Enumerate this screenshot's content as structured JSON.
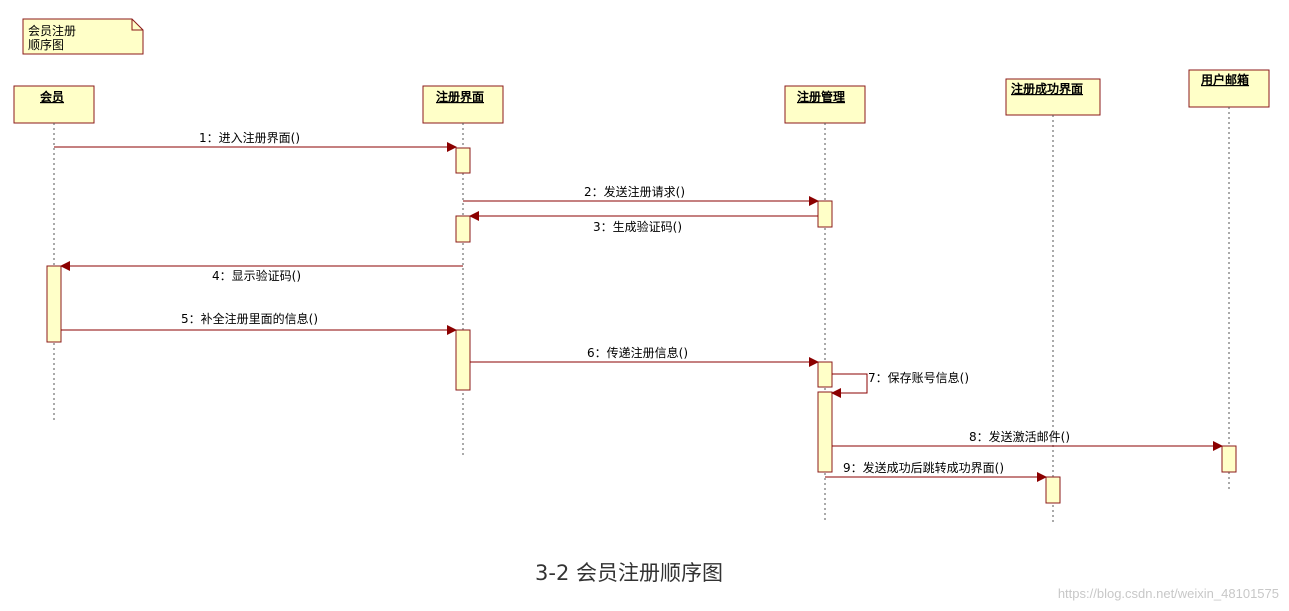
{
  "note": {
    "lines": [
      "会员注册",
      "顺序图"
    ]
  },
  "lifelines": [
    {
      "id": "member",
      "label": "会员"
    },
    {
      "id": "reg_ui",
      "label": "注册界面"
    },
    {
      "id": "reg_mgr",
      "label": "注册管理"
    },
    {
      "id": "success_ui",
      "label": "注册成功界面"
    },
    {
      "id": "mailbox",
      "label": "用户邮箱"
    }
  ],
  "messages": [
    {
      "label": "1：进入注册界面()"
    },
    {
      "label": "2：发送注册请求()"
    },
    {
      "label": "3：生成验证码()"
    },
    {
      "label": "4：显示验证码()"
    },
    {
      "label": "5：补全注册里面的信息()"
    },
    {
      "label": "6：传递注册信息()"
    },
    {
      "label": "7：保存账号信息()"
    },
    {
      "label": "8：发送激活邮件()"
    },
    {
      "label": "9：发送成功后跳转成功界面()"
    }
  ],
  "caption": "3-2 会员注册顺序图",
  "watermark": "https://blog.csdn.net/weixin_48101575",
  "colors": {
    "box_fill": "#ffffc8",
    "border": "#8b1a1a",
    "line": "#8b0000"
  }
}
